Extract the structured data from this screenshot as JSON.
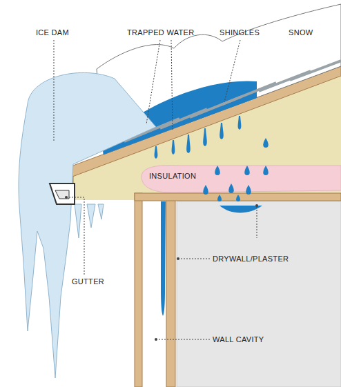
{
  "diagram": {
    "nodes": [
      {
        "text": [
          "INSULATION"
        ]
      }
    ],
    "labels": [
      "ICE DAM",
      "TRAPPED WATER",
      "SHINGLES",
      "SNOW",
      "GUTTER",
      "DRYWALL/PLASTER",
      "WALL CAVITY"
    ]
  }
}
